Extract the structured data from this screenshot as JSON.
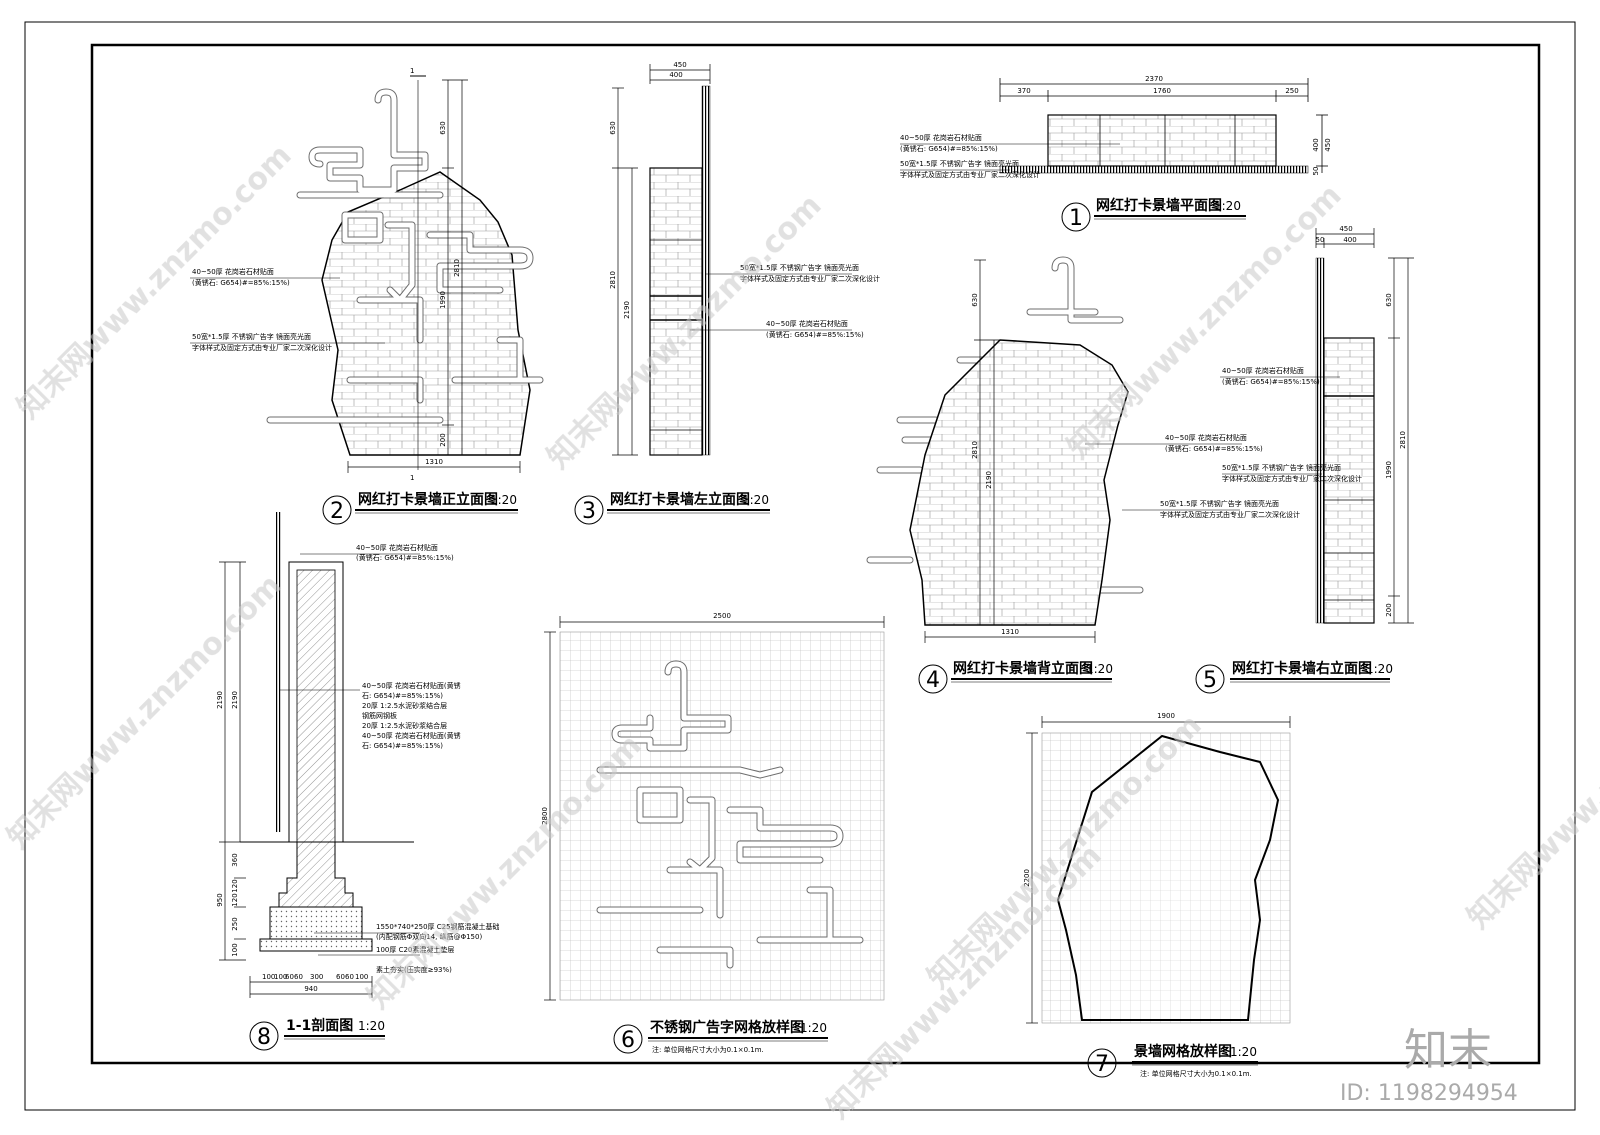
{
  "views": {
    "v1": {
      "num": "1",
      "title": "网红打卡景墙平面图",
      "scale": "1:20",
      "dims": [
        "2370",
        "370",
        "1760",
        "250",
        "400",
        "450",
        "50"
      ],
      "notes": [
        "40~50厚 花岗岩石材贴面",
        "(黄锈石: G654)#=85%:15%)",
        "50宽*1.5厚 不锈钢广告字 镜面亮光面",
        "字体样式及固定方式由专业厂家二次深化设计"
      ]
    },
    "v2": {
      "num": "2",
      "title": "网红打卡景墙正立面图",
      "scale": "1:20",
      "dims": [
        "630",
        "2810",
        "1990",
        "200",
        "1310",
        "1"
      ],
      "notes": [
        "40~50厚 花岗岩石材贴面",
        "(黄锈石: G654)#=85%:15%)",
        "50宽*1.5厚 不锈钢广告字 镜面亮光面",
        "字体样式及固定方式由专业厂家二次深化设计"
      ]
    },
    "v3": {
      "num": "3",
      "title": "网红打卡景墙左立面图",
      "scale": "1:20",
      "dims": [
        "450",
        "400",
        "630",
        "2810",
        "2190"
      ],
      "notes": [
        "50宽*1.5厚 不锈钢广告字 镜面亮光面",
        "字体样式及固定方式由专业厂家二次深化设计",
        "40~50厚 花岗岩石材贴面",
        "(黄锈石: G654)#=85%:15%)"
      ]
    },
    "v4": {
      "num": "4",
      "title": "网红打卡景墙背立面图",
      "scale": "1:20",
      "dims": [
        "630",
        "2810",
        "2190",
        "1310"
      ],
      "notes": [
        "40~50厚 花岗岩石材贴面",
        "(黄锈石: G654)#=85%:15%)",
        "50宽*1.5厚 不锈钢广告字 镜面亮光面",
        "字体样式及固定方式由专业厂家二次深化设计"
      ]
    },
    "v5": {
      "num": "5",
      "title": "网红打卡景墙右立面图",
      "scale": "1:20",
      "dims": [
        "450",
        "50",
        "400",
        "630",
        "2810",
        "1990",
        "200"
      ],
      "notes": [
        "40~50厚 花岗岩石材贴面",
        "(黄锈石: G654)#=85%:15%)",
        "50宽*1.5厚 不锈钢广告字 镜面亮光面",
        "字体样式及固定方式由专业厂家二次深化设计"
      ]
    },
    "v6": {
      "num": "6",
      "title": "不锈钢广告字网格放样图",
      "scale": "1:20",
      "dims": [
        "2500",
        "2800"
      ],
      "note": "注: 单位网格尺寸大小为0.1×0.1m."
    },
    "v7": {
      "num": "7",
      "title": "景墙网格放样图",
      "scale": "1:20",
      "dims": [
        "1900",
        "2200"
      ],
      "note": "注: 单位网格尺寸大小为0.1×0.1m."
    },
    "v8": {
      "num": "8",
      "title": "1-1剖面图",
      "scale": "1:20",
      "dims": [
        "2190",
        "2190",
        "360",
        "950",
        "120",
        "120",
        "250",
        "100",
        "940",
        "100",
        "100",
        "60",
        "60",
        "300",
        "60",
        "60",
        "100"
      ],
      "notes": [
        "40~50厚 花岗岩石材贴面",
        "(黄锈石: G654)#=85%:15%)",
        "40~50厚 花岗岩石材贴面(黄锈",
        "石: G654)#=85%:15%)",
        "20厚 1:2.5水泥砂浆结合层",
        "钢筋网钢板",
        "20厚 1:2.5水泥砂浆结合层",
        "40~50厚 花岗岩石材贴面(黄锈",
        "石: G654)#=85%:15%)",
        "1550*740*250厚 C25钢筋混凝土基础",
        "(内配钢筋Φ双向14, 纵筋@Φ150)",
        "100厚 C20素混凝土垫层",
        "素土夯实(压实度≥93%)"
      ]
    }
  },
  "watermark": {
    "text": "知末网www.znzmo.com",
    "brand": "知末",
    "id": "ID: 1198294954"
  }
}
